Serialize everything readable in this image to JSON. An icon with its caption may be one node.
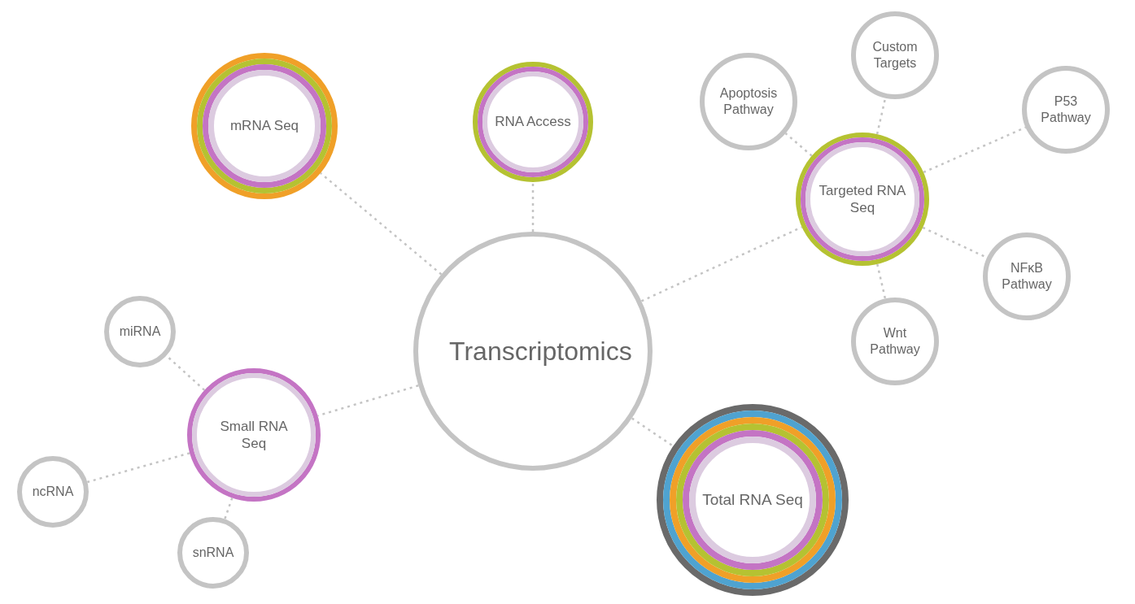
{
  "diagram": {
    "nodes": [
      {
        "text": [
          "Transcriptomics"
        ]
      },
      {
        "text": [
          "mRNA Seq"
        ]
      },
      {
        "text": [
          "RNA Access"
        ]
      },
      {
        "text": [
          "Targeted RNA Seq"
        ]
      },
      {
        "text": [
          "Apoptosis Pathway"
        ]
      },
      {
        "text": [
          "Custom Targets"
        ]
      },
      {
        "text": [
          "P53 Pathway"
        ]
      },
      {
        "text": [
          "NFκB Pathway"
        ]
      },
      {
        "text": [
          "Wnt Pathway"
        ]
      },
      {
        "text": [
          "Small RNA Seq"
        ]
      },
      {
        "text": [
          "miRNA"
        ]
      },
      {
        "text": [
          "ncRNA"
        ]
      },
      {
        "text": [
          "snRNA"
        ]
      },
      {
        "text": [
          "Total RNA Seq"
        ]
      }
    ],
    "edges": [
      {
        "from": 0,
        "to": 1,
        "arrow": "none"
      },
      {
        "from": 0,
        "to": 2,
        "arrow": "none"
      },
      {
        "from": 0,
        "to": 3,
        "arrow": "none"
      },
      {
        "from": 0,
        "to": 9,
        "arrow": "none"
      },
      {
        "from": 0,
        "to": 13,
        "arrow": "none"
      },
      {
        "from": 3,
        "to": 4,
        "arrow": "none"
      },
      {
        "from": 3,
        "to": 5,
        "arrow": "none"
      },
      {
        "from": 3,
        "to": 6,
        "arrow": "none"
      },
      {
        "from": 3,
        "to": 7,
        "arrow": "none"
      },
      {
        "from": 3,
        "to": 8,
        "arrow": "none"
      },
      {
        "from": 9,
        "to": 10,
        "arrow": "none"
      },
      {
        "from": 9,
        "to": 11,
        "arrow": "none"
      },
      {
        "from": 9,
        "to": 12,
        "arrow": "none"
      }
    ]
  }
}
